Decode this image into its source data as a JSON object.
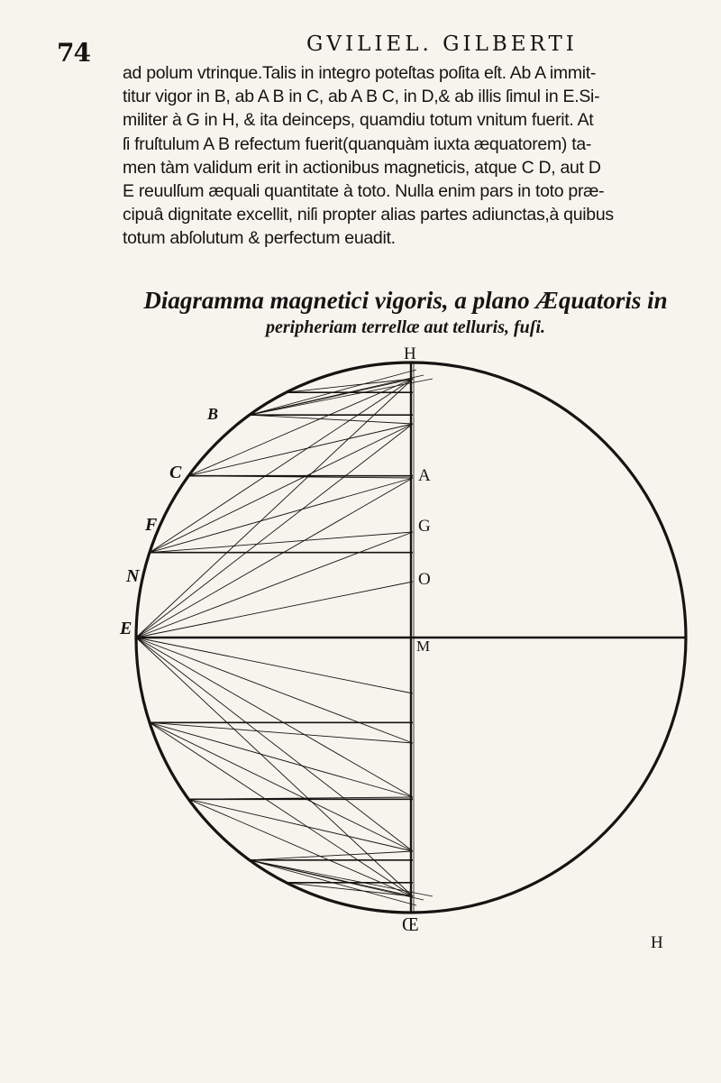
{
  "header": {
    "page_number": "74",
    "running_head": "GVILIEL. GILBERTI"
  },
  "body": {
    "lines": [
      "ad polum vtrinque.Talis in integro poteſtas poſita eſt. Ab A immit-",
      "titur vigor in B, ab A B in C, ab A B C, in D,& ab illis ſimul in E.Si-",
      "militer à G in H, & ita deinceps, quamdiu totum vnitum fuerit. At",
      "ſi fruſtulum A B refectum fuerit(quanquàm iuxta æquatorem) ta-",
      "men tàm validum erit in actionibus magneticis, atque C D, aut D",
      "E reuulſum æquali quantitate à toto. Nulla enim pars in toto præ-",
      "cipuâ dignitate excellit, niſi propter alias partes adiunctas,à quibus",
      "totum abſolutum & perfectum euadit."
    ]
  },
  "figure": {
    "caption_line1": "Diagramma magnetici vigoris, a plano Æquatoris in",
    "caption_line2": "peripheriam terrellæ aut telluris, fuſi.",
    "labels": {
      "top": "H",
      "bottom": "Œ",
      "bottom_right": "H",
      "B": "B",
      "C": "C",
      "F": "F",
      "N": "N",
      "E": "E",
      "A": "A",
      "G": "G",
      "O": "O",
      "M": "M"
    }
  }
}
